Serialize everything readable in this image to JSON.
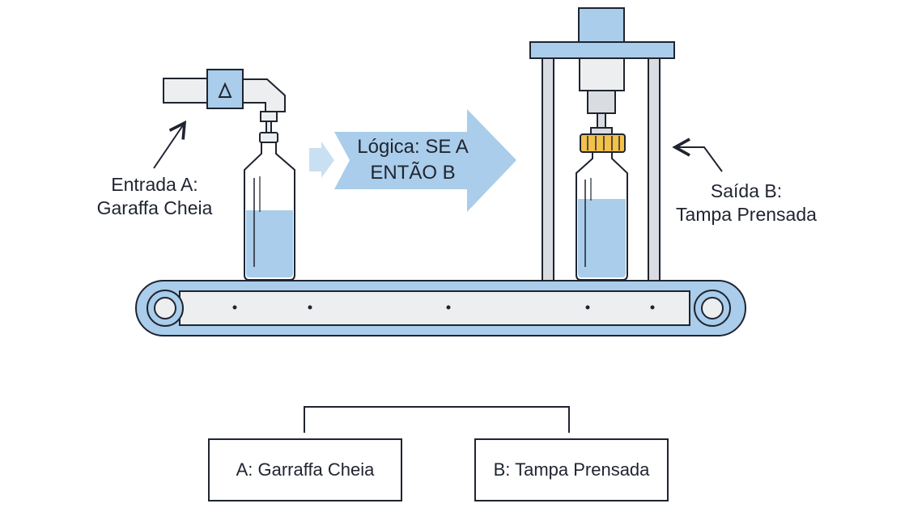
{
  "labels": {
    "input_label": "Entrada A:\nGaraffa Cheia",
    "logic_label": "Lógica: SE A\nENTÃO B",
    "output_label": "Saída B:\nTampa Prensada"
  },
  "boxes": {
    "a_box": "A: Garraffa Cheia",
    "b_box": "B: Tampa Prensada"
  },
  "colors": {
    "blue_fill": "#a9cdea",
    "blue_light": "#c9e0f3",
    "outline": "#1f2430",
    "belt_gray": "#eceef0",
    "cap_yellow": "#f2c14a",
    "frame_gray": "#d9dde2"
  }
}
